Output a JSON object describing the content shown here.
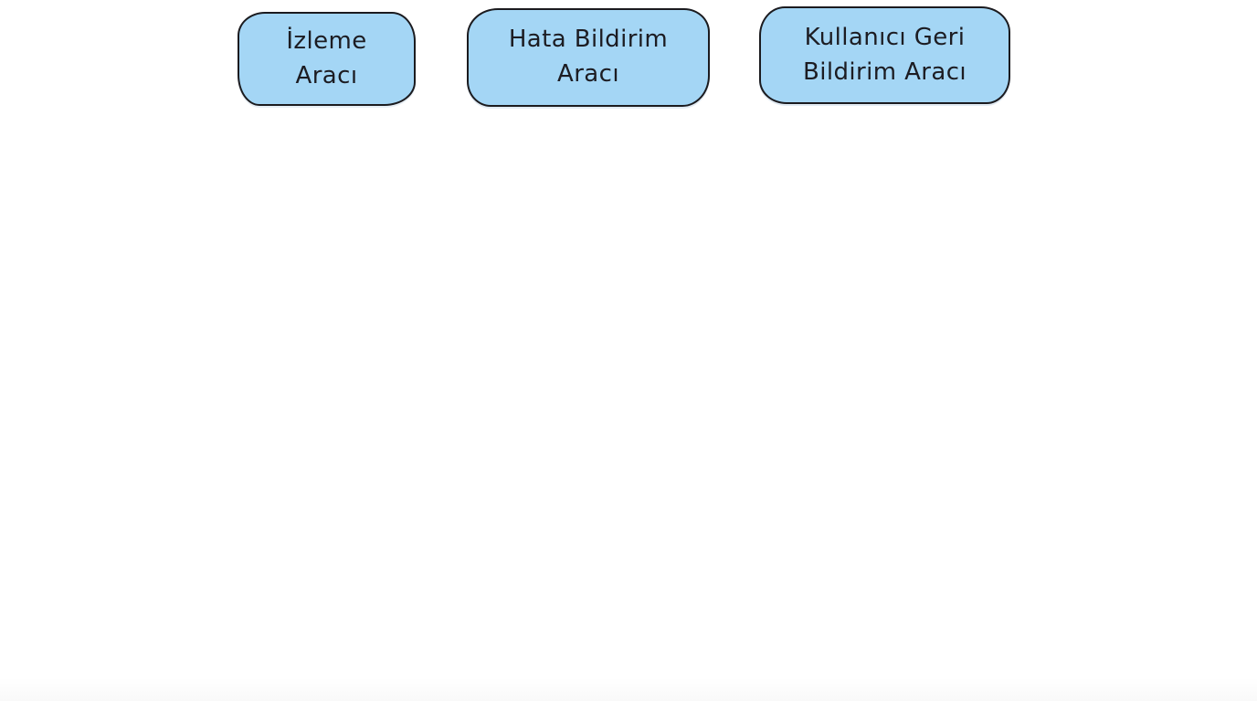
{
  "canvas": {
    "background": "#ffffff"
  },
  "colors": {
    "node_fill": "#a4d6f5",
    "node_stroke": "#1b1b1f",
    "canvas_background": "#ffffff"
  },
  "diagram": {
    "nodes": [
      {
        "id": "izleme-araci",
        "label": "İzleme\nAracı"
      },
      {
        "id": "hata-bildirim-araci",
        "label": "Hata Bildirim\nAracı"
      },
      {
        "id": "kullanici-geri-bildirim-araci",
        "label": "Kullanıcı Geri\nBildirim Aracı"
      }
    ]
  }
}
